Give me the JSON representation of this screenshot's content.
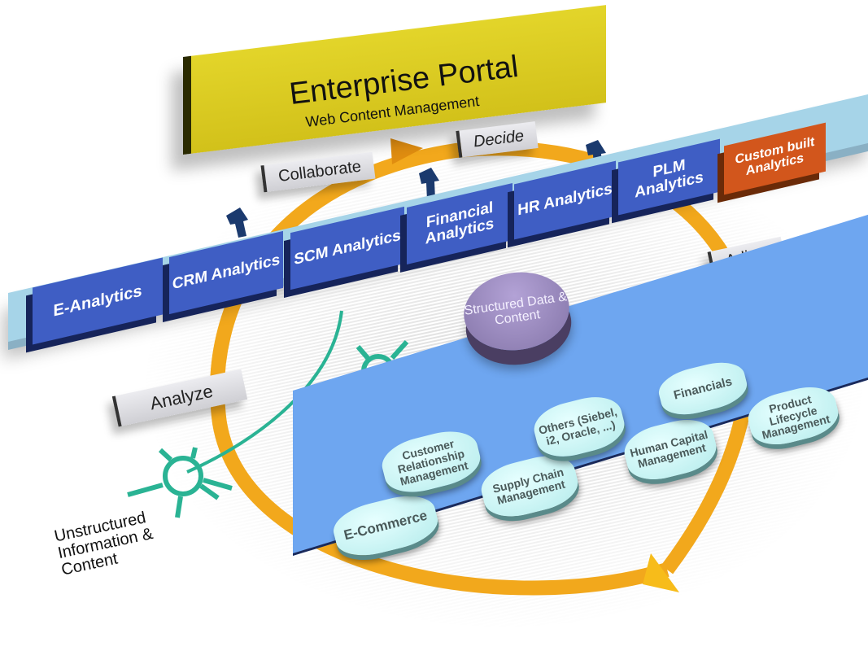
{
  "portal": {
    "title": "Enterprise Portal",
    "subtitle": "Web Content Management",
    "color": "#d9c820"
  },
  "cycle_steps": [
    "Collaborate",
    "Decide",
    "Adjust",
    "Analyze"
  ],
  "analytics": [
    {
      "label": "E-Analytics"
    },
    {
      "label": "CRM Analytics"
    },
    {
      "label": "SCM Analytics"
    },
    {
      "label": "Financial Analytics"
    },
    {
      "label": "HR Analytics"
    },
    {
      "label": "PLM Analytics"
    },
    {
      "label": "Custom built Analytics"
    }
  ],
  "structured_source": "Structured Data & Content",
  "systems": [
    "E-Commerce",
    "Customer Relationship Management",
    "Supply Chain Management",
    "Others (Siebel, i2, Oracle, ...)",
    "Human Capital Management",
    "Financials",
    "Product Lifecycle Management"
  ],
  "unstructured_source": "Unstructured Information & Content",
  "colors": {
    "analytics_block": "#3f5ec4",
    "custom_block": "#d2561c",
    "shelf": "#a6d4e8",
    "platform": "#6ea6f0",
    "cycle_arrow": "#f2a81c",
    "connector": "#2ab394",
    "up_arrow": "#1b3a6e"
  }
}
